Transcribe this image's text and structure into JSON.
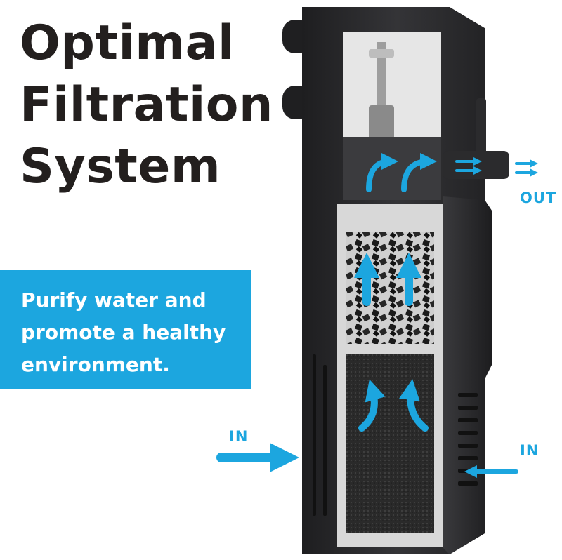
{
  "headline": {
    "line1": "Optimal",
    "line2": "Filtration",
    "line3": "System"
  },
  "banner": {
    "line1": "Purify water and",
    "line2": "promote a healthy",
    "line3": "environment.",
    "color": "#1ca6df"
  },
  "flow_labels": {
    "out": "OUT",
    "in_left": "IN",
    "in_right": "IN"
  },
  "colors": {
    "accent": "#1ca6df",
    "headline": "#231f1e",
    "housing": "#2b2b2d"
  }
}
